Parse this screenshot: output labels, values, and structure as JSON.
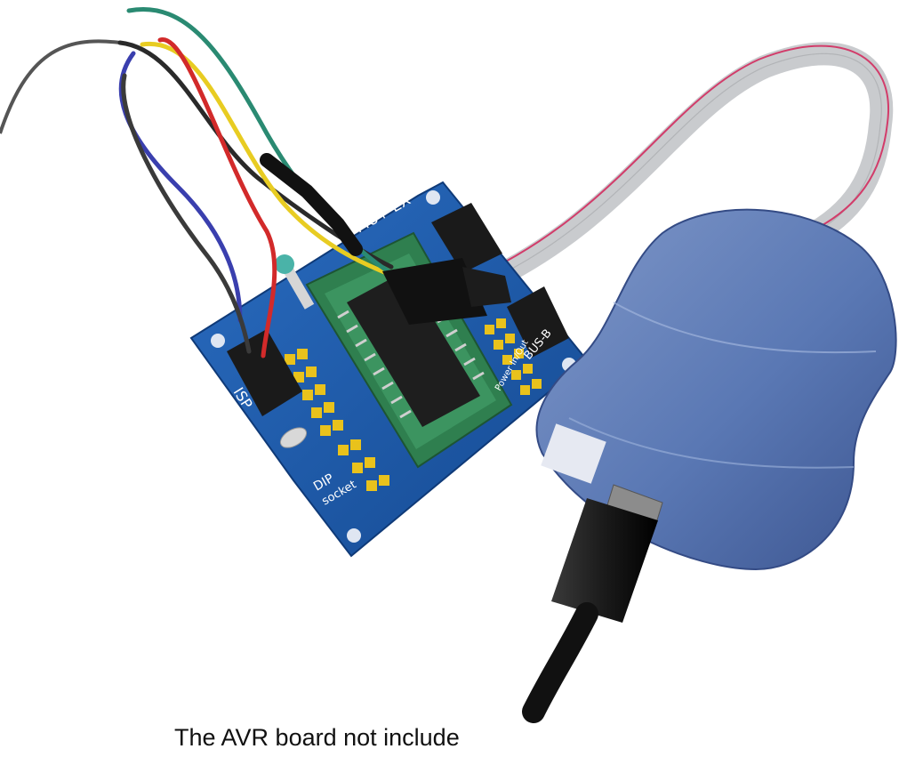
{
  "caption": "The AVR board not include",
  "board": {
    "model_label": "M48+ EX",
    "isp_label": "ISP",
    "dip_label": "DIP",
    "socket_label": "socket",
    "bus_label": "BUS-B",
    "power_label": "Power In/Out"
  },
  "colors": {
    "board_blue": "#1d5aa8",
    "programmer_blue": "#5a78b4",
    "header_yellow": "#e9c21c",
    "zif_green": "#2f7f4f",
    "ribbon_gray": "#c9cbce",
    "ribbon_red_stripe": "#d23c6a",
    "usb_cable_black": "#1a1a1a"
  },
  "wire_colors": [
    "#2a2a2a",
    "#3a3fae",
    "#e8cc22",
    "#d22a2a",
    "#2a8a72",
    "#3a3a3a"
  ]
}
